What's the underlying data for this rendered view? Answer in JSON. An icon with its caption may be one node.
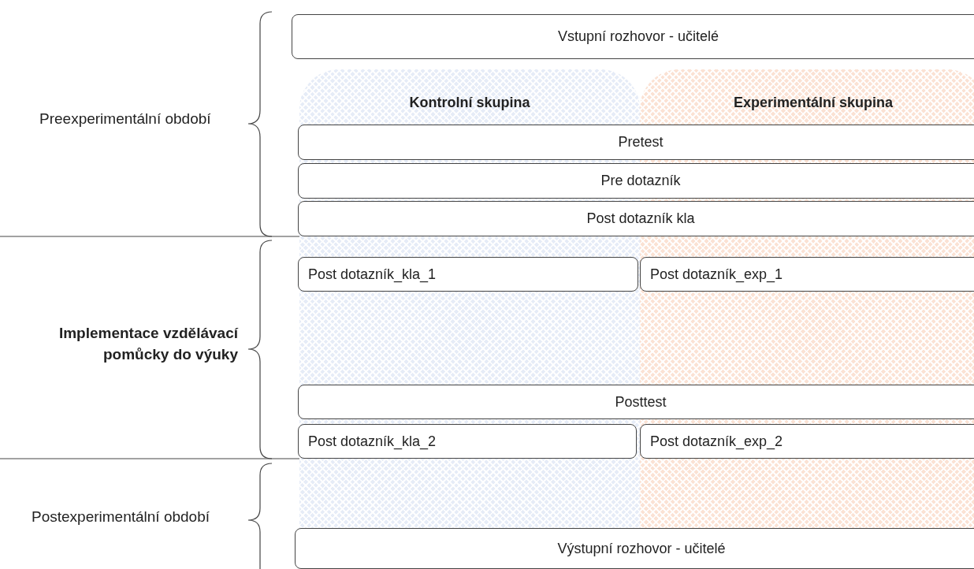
{
  "diagram": {
    "nodes": [
      {
        "text": [
          "Vstupní rozhovor - učitelé"
        ]
      },
      {
        "text": [
          "Kontrolní skupina"
        ]
      },
      {
        "text": [
          "Experimentální skupina"
        ]
      },
      {
        "text": [
          "Pretest"
        ]
      },
      {
        "text": [
          "Pre dotazník"
        ]
      },
      {
        "text": [
          "Post dotazník kla"
        ]
      },
      {
        "text": [
          "Post dotazník_kla_1"
        ],
        "in": 1
      },
      {
        "text": [
          "Post dotazník_exp_1"
        ],
        "in": 2
      },
      {
        "text": [
          "Posttest"
        ]
      },
      {
        "text": [
          "Post dotazník_kla_2"
        ],
        "in": 1
      },
      {
        "text": [
          "Post dotazník_exp_2"
        ],
        "in": 2
      },
      {
        "text": [
          "Výstupní rozhovor - učitelé"
        ]
      }
    ],
    "labels": [
      "Preexperimentální období",
      "Implementace vzdělávací pomůcky do výuky",
      "Postexperimentální období"
    ]
  }
}
